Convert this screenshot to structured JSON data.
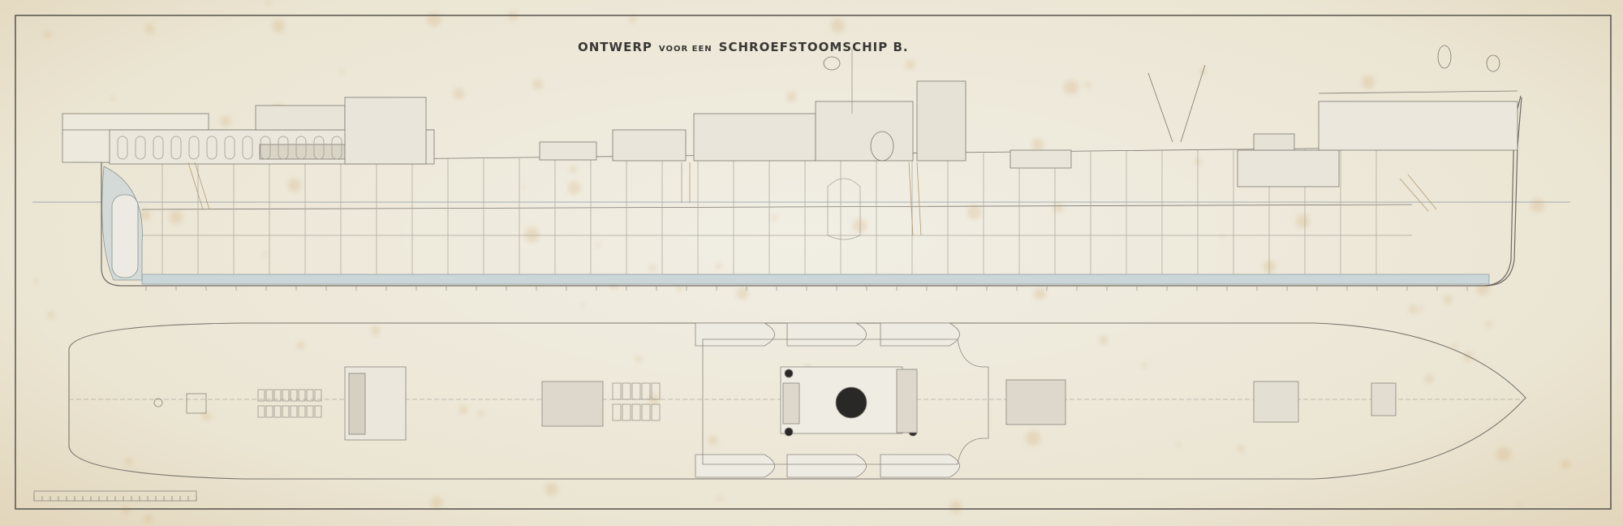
{
  "title": {
    "part1": "ONTWERP",
    "part2": "VOOR EEN",
    "part3": "SCHROEFSTOOMSCHIP B."
  },
  "colors": {
    "paper": "#ece6d6",
    "ink": "#6b6860",
    "hull_wash": "#c9d3d6",
    "stain": "#cda05a",
    "funnel": "#2a2826"
  }
}
